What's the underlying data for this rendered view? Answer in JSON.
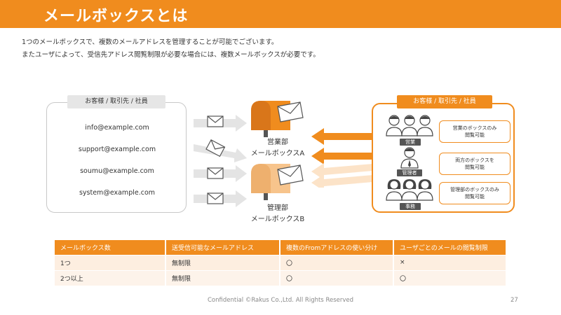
{
  "header": {
    "title": "メールボックスとは"
  },
  "intro": [
    "1つのメールボックスで、複数のメールアドレスを管理することが可能でございます。",
    "またユーザによって、受信先アドレス閲覧制限が必要な場合には、複数メールボックスが必要です。"
  ],
  "senders": {
    "tag": "お客様 / 取引先 / 社員",
    "emails": [
      "info@example.com",
      "support@example.com",
      "soumu@example.com",
      "system@example.com"
    ]
  },
  "mailboxes": [
    {
      "dept": "営業部",
      "name": "メールボックスA"
    },
    {
      "dept": "管理部",
      "name": "メールボックスB"
    }
  ],
  "viewers": {
    "tag": "お客様 / 取引先 / 社員",
    "groups": [
      {
        "label": "営業",
        "note": "営業のボックスのみ\n閲覧可能"
      },
      {
        "label": "管理者",
        "note": "両方のボックスを\n閲覧可能"
      },
      {
        "label": "事務",
        "note": "管理部のボックスのみ\n閲覧可能"
      }
    ]
  },
  "table": {
    "headers": [
      "メールボックス数",
      "送受信可能なメールアドレス",
      "複数のFromアドレスの使い分け",
      "ユーザごとのメールの閲覧制限"
    ],
    "rows": [
      [
        "1つ",
        "無制限",
        "〇",
        "×"
      ],
      [
        "2つ以上",
        "無制限",
        "〇",
        "〇"
      ]
    ]
  },
  "footer": {
    "copyright": "Confidential ©Rakus Co.,Ltd. All Rights Reserved",
    "page": "27"
  },
  "colors": {
    "accent": "#f08c1e",
    "light_accent": "#f7c48c",
    "table_row": "#fdeee0"
  }
}
